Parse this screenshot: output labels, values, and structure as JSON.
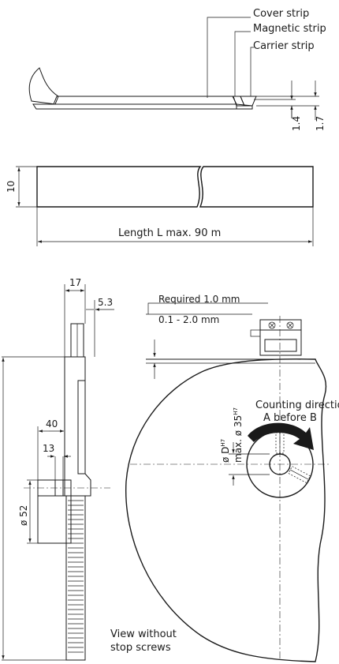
{
  "strip_labels": {
    "cover": "Cover strip",
    "magnetic": "Magnetic strip",
    "carrier": "Carrier strip"
  },
  "strip_dims": {
    "d1": "1.4",
    "d2": "1.7"
  },
  "top_view": {
    "width": "10",
    "length": "Length L max. 90 m"
  },
  "side_view": {
    "d17": "17",
    "d5_3": "5.3",
    "d40": "40",
    "d13": "13",
    "d52": "ø 52"
  },
  "front_view": {
    "required": "Required 1.0 mm",
    "range": "0.1 - 2.0 mm",
    "dia_d": "ø D",
    "dia_d_sup": "H7",
    "dia_max": "max. ø 35",
    "dia_max_sup": "H7",
    "counting_1": "Counting direction",
    "counting_2": "A before B",
    "view_1": "View without",
    "view_2": "stop screws"
  }
}
